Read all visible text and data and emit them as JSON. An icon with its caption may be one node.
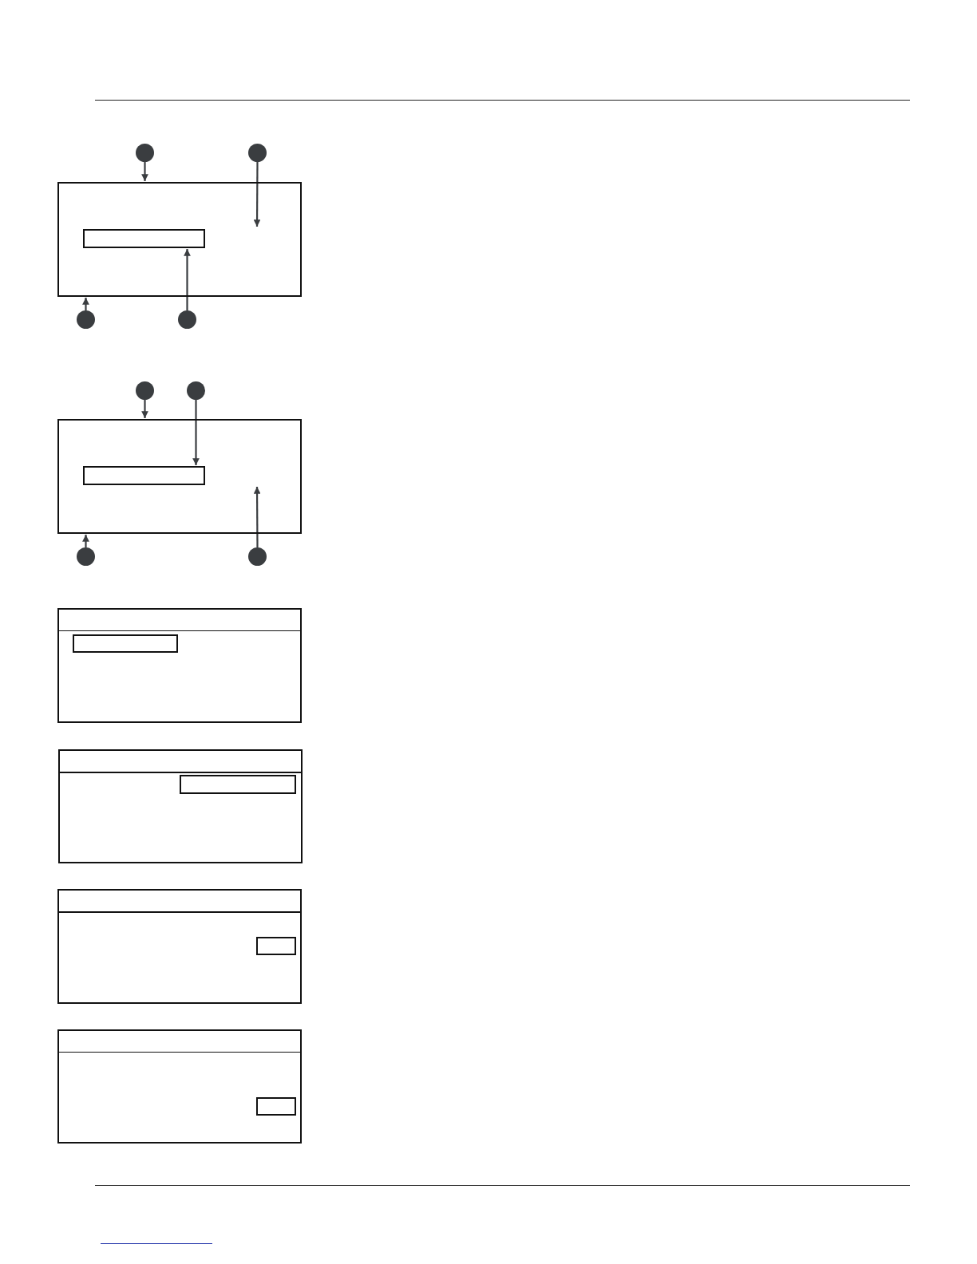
{
  "diagram": {
    "nodes": [
      {
        "text": [],
        "shape": "box"
      },
      {
        "text": [],
        "shape": "box",
        "in": 0
      },
      {
        "text": [],
        "shape": "circle"
      },
      {
        "text": [],
        "shape": "circle"
      },
      {
        "text": [],
        "shape": "circle"
      },
      {
        "text": [],
        "shape": "circle"
      },
      {
        "text": [],
        "shape": "box"
      },
      {
        "text": [],
        "shape": "box",
        "in": 6
      },
      {
        "text": [],
        "shape": "circle"
      },
      {
        "text": [],
        "shape": "circle"
      },
      {
        "text": [],
        "shape": "circle"
      },
      {
        "text": [],
        "shape": "circle"
      },
      {
        "text": [],
        "shape": "box"
      },
      {
        "text": [],
        "shape": "box",
        "in": 12
      },
      {
        "text": [],
        "shape": "box"
      },
      {
        "text": [],
        "shape": "box",
        "in": 14
      },
      {
        "text": [],
        "shape": "box"
      },
      {
        "text": [],
        "shape": "box",
        "in": 16
      },
      {
        "text": [],
        "shape": "box"
      },
      {
        "text": [],
        "shape": "box",
        "in": 18
      }
    ],
    "edges": [
      {
        "from": 2,
        "to": 0,
        "arrow": "to"
      },
      {
        "from": 3,
        "to": null,
        "arrow": "to"
      },
      {
        "from": 4,
        "to": 0,
        "arrow": "to"
      },
      {
        "from": 5,
        "to": 1,
        "arrow": "to"
      },
      {
        "from": 8,
        "to": 6,
        "arrow": "to"
      },
      {
        "from": 9,
        "to": 7,
        "arrow": "to"
      },
      {
        "from": 10,
        "to": 6,
        "arrow": "to"
      },
      {
        "from": 11,
        "to": null,
        "arrow": "to"
      }
    ]
  }
}
